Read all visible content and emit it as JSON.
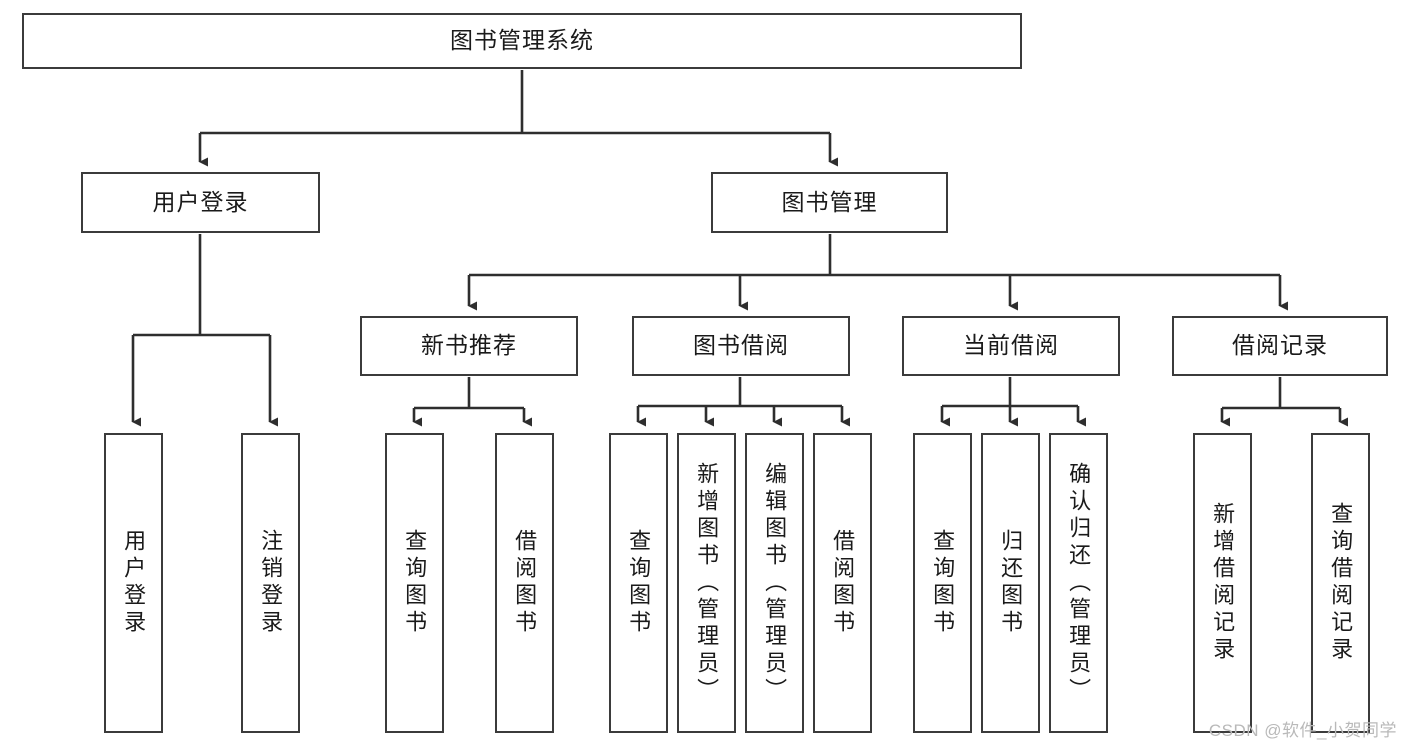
{
  "diagram": {
    "type": "tree-hierarchy",
    "title": "图书管理系统",
    "style": {
      "box_fill": "#ffffff",
      "box_stroke": "#3b3b3b",
      "connector_stroke": "#2e2e2e",
      "text_color": "#1a1a1a",
      "background": "#ffffff"
    },
    "levels": {
      "root": {
        "label": "图书管理系统"
      },
      "level2": [
        {
          "label": "用户登录"
        },
        {
          "label": "图书管理"
        }
      ],
      "level3": [
        {
          "label": "新书推荐"
        },
        {
          "label": "图书借阅"
        },
        {
          "label": "当前借阅"
        },
        {
          "label": "借阅记录"
        }
      ]
    },
    "leaves": {
      "user_login": [
        {
          "label": "用户登录"
        },
        {
          "label": "注销登录"
        }
      ],
      "new_book_recommend": [
        {
          "label": "查询图书"
        },
        {
          "label": "借阅图书"
        }
      ],
      "book_borrow": [
        {
          "label": "查询图书"
        },
        {
          "label": "新增图书（管理员）"
        },
        {
          "label": "编辑图书（管理员）"
        },
        {
          "label": "借阅图书"
        }
      ],
      "current_borrow": [
        {
          "label": "查询图书"
        },
        {
          "label": "归还图书"
        },
        {
          "label": "确认归还（管理员）"
        }
      ],
      "borrow_records": [
        {
          "label": "新增借阅记录"
        },
        {
          "label": "查询借阅记录"
        }
      ]
    }
  },
  "watermark": {
    "text": "CSDN @软件_小贺同学"
  }
}
